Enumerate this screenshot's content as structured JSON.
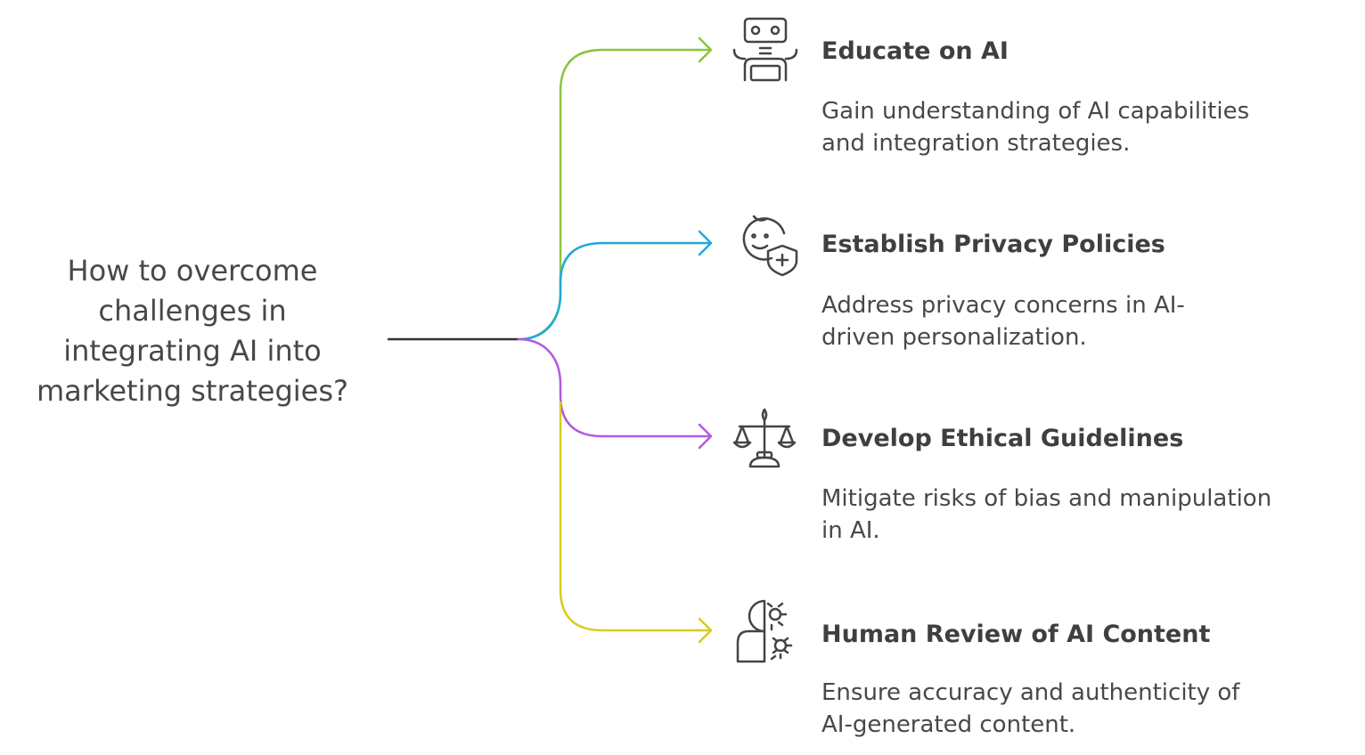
{
  "question": {
    "lines": [
      "How to overcome",
      "challenges in",
      "integrating AI into",
      "marketing strategies?"
    ]
  },
  "items": [
    {
      "title": "Educate on AI",
      "description_lines": [
        "Gain understanding of AI capabilities",
        "and integration strategies."
      ],
      "icon": "robot-icon",
      "color": "#8cc43d"
    },
    {
      "title": "Establish Privacy Policies",
      "description_lines": [
        "Address privacy concerns in AI-",
        "driven personalization."
      ],
      "icon": "face-shield-icon",
      "color": "#22a8dc"
    },
    {
      "title": "Develop Ethical Guidelines",
      "description_lines": [
        "Mitigate risks of bias and manipulation",
        "in AI."
      ],
      "icon": "scale-icon",
      "color": "#b45ae0"
    },
    {
      "title": "Human Review of AI Content",
      "description_lines": [
        "Ensure accuracy and authenticity of",
        "AI-generated content."
      ],
      "icon": "human-gear-icon",
      "color": "#d9cb1e"
    }
  ],
  "stem_color": "#333333",
  "icon_color": "#444444"
}
